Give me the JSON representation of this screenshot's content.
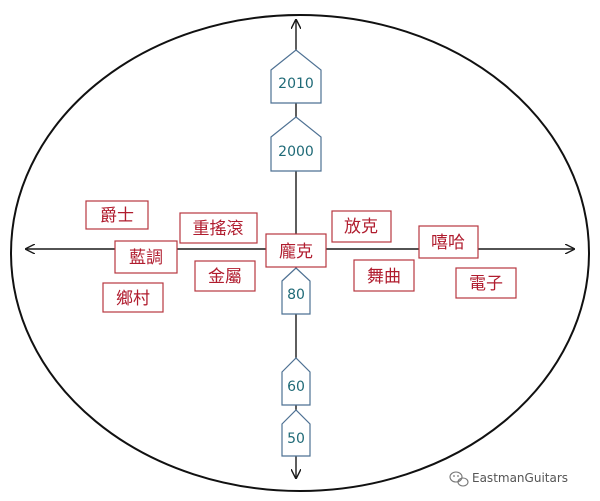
{
  "genres": {
    "jazz": "爵士",
    "blues": "藍調",
    "country": "鄉村",
    "rock": "重搖滾",
    "metal": "金屬",
    "punk": "龐克",
    "funk": "放克",
    "dance": "舞曲",
    "hiphop": "嘻哈",
    "electronic": "電子"
  },
  "decades": {
    "d2010": "2010",
    "d2000": "2000",
    "d80": "80",
    "d60": "60",
    "d50": "50"
  },
  "watermark": "EastmanGuitars",
  "colors": {
    "genre_text": "#b01c2e",
    "genre_border": "#b7373f",
    "year_text": "#1f6a77",
    "year_border": "#4e7193"
  }
}
